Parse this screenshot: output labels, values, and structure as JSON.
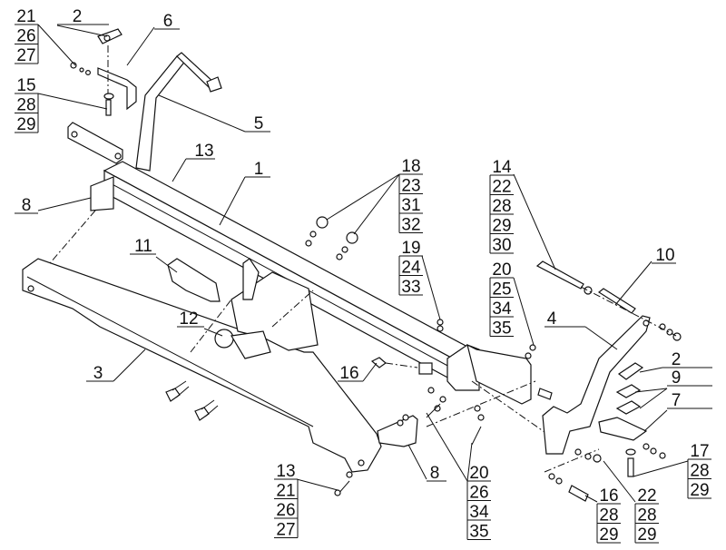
{
  "diagram": {
    "callouts": {
      "c21": [
        "21",
        "26",
        "27"
      ],
      "c2a": [
        "2"
      ],
      "c6": [
        "6"
      ],
      "c15": [
        "15",
        "28",
        "29"
      ],
      "c5": [
        "5"
      ],
      "c13a": [
        "13"
      ],
      "c1": [
        "1"
      ],
      "c8a": [
        "8"
      ],
      "c18": [
        "18",
        "23",
        "31",
        "32"
      ],
      "c14": [
        "14",
        "22",
        "28",
        "29",
        "30"
      ],
      "c19": [
        "19",
        "24",
        "33"
      ],
      "c20a": [
        "20",
        "25",
        "34",
        "35"
      ],
      "c10": [
        "10"
      ],
      "c11": [
        "11"
      ],
      "c12": [
        "12"
      ],
      "c4": [
        "4"
      ],
      "c3": [
        "3"
      ],
      "c16a": [
        "16"
      ],
      "c2b": [
        "2"
      ],
      "c9": [
        "9"
      ],
      "c7": [
        "7"
      ],
      "c17": [
        "17",
        "28",
        "29"
      ],
      "c8b": [
        "8"
      ],
      "c20b": [
        "20",
        "26",
        "34",
        "35"
      ],
      "c13b": [
        "13",
        "21",
        "26",
        "27"
      ],
      "c16b": [
        "16",
        "28",
        "29"
      ],
      "c22": [
        "22",
        "28",
        "29"
      ]
    }
  }
}
